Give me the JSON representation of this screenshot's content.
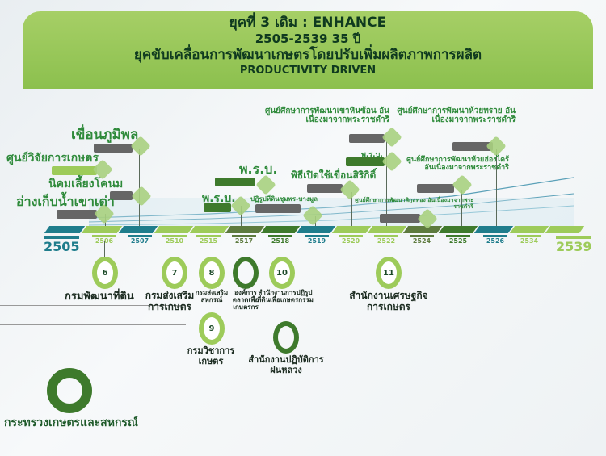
{
  "header": {
    "line1": "ยุคที่ 3 เดิม : ENHANCE",
    "line2": "2505-2539  35 ปี",
    "line3": "ยุคขับเคลื่อนการพัฒนาเกษตรโดยปรับเพิ่มผลิตภาพการผลิต",
    "line4": "PRODUCTIVITY DRIVEN"
  },
  "timeline": {
    "years": [
      "2505",
      "2506",
      "2507",
      "2510",
      "2515",
      "2517",
      "2518",
      "2519",
      "2520",
      "2522",
      "2524",
      "2525",
      "2526",
      "2534",
      "2539"
    ]
  },
  "events": [
    "เขื่อนภูมิพล",
    "ศูนย์วิจัยการเกษตร",
    "นิคมเลี้ยงโคนม",
    "อ่างเก็บน้ำเขาเต่า",
    "พ.ร.บ.",
    "พ.ร.บ.",
    "พิธีเปิดใช้เขื่อนสิริกิติ์",
    "ปฏิรูปที่ดินชุมพร-บางมูล",
    "ศูนย์ศึกษาการพัฒนาเขาหินซ้อน อันเนื่องมาจากพระราชดำริ",
    "พ.ร.บ.",
    "ศูนย์ศึกษาการพัฒนาห้วยทราย อันเนื่องมาจากพระราชดำริ",
    "ศูนย์ศึกษาการพัฒนาห้วยฮ่องไคร้ อันเนื่องมาจากพระราชดำริ",
    "ศูนย์ศึกษาการพัฒนาพิกุลทอง อันเนื่องมาจากพระราชดำริ"
  ],
  "agencies": {
    "n6": "6",
    "a6": "กรมพัฒนาที่ดิน",
    "n7": "7",
    "a7": "กรมส่งเสริมการเกษตร",
    "n8": "8",
    "a8": "กรมส่งเสริมสหกรณ์",
    "a_org": "องค์การตลาดเพื่อเกษตรกร",
    "n10": "10",
    "a10": "สำนักงานการปฏิรูปที่ดินเพื่อเกษตรกรรม",
    "n11": "11",
    "a11": "สำนักงานเศรษฐกิจการเกษตร",
    "n9": "9",
    "a9": "กรมวิชาการเกษตร",
    "a_rain": "สำนักงานปฏิบัติการฝนหลวง",
    "ministry": "กระทรวงเกษตรและสหกรณ์"
  },
  "colors": {
    "teal": "#1f7d8c",
    "light": "#9dcb5a",
    "olive": "#5d7a3e",
    "dark": "#3e7a2c"
  }
}
